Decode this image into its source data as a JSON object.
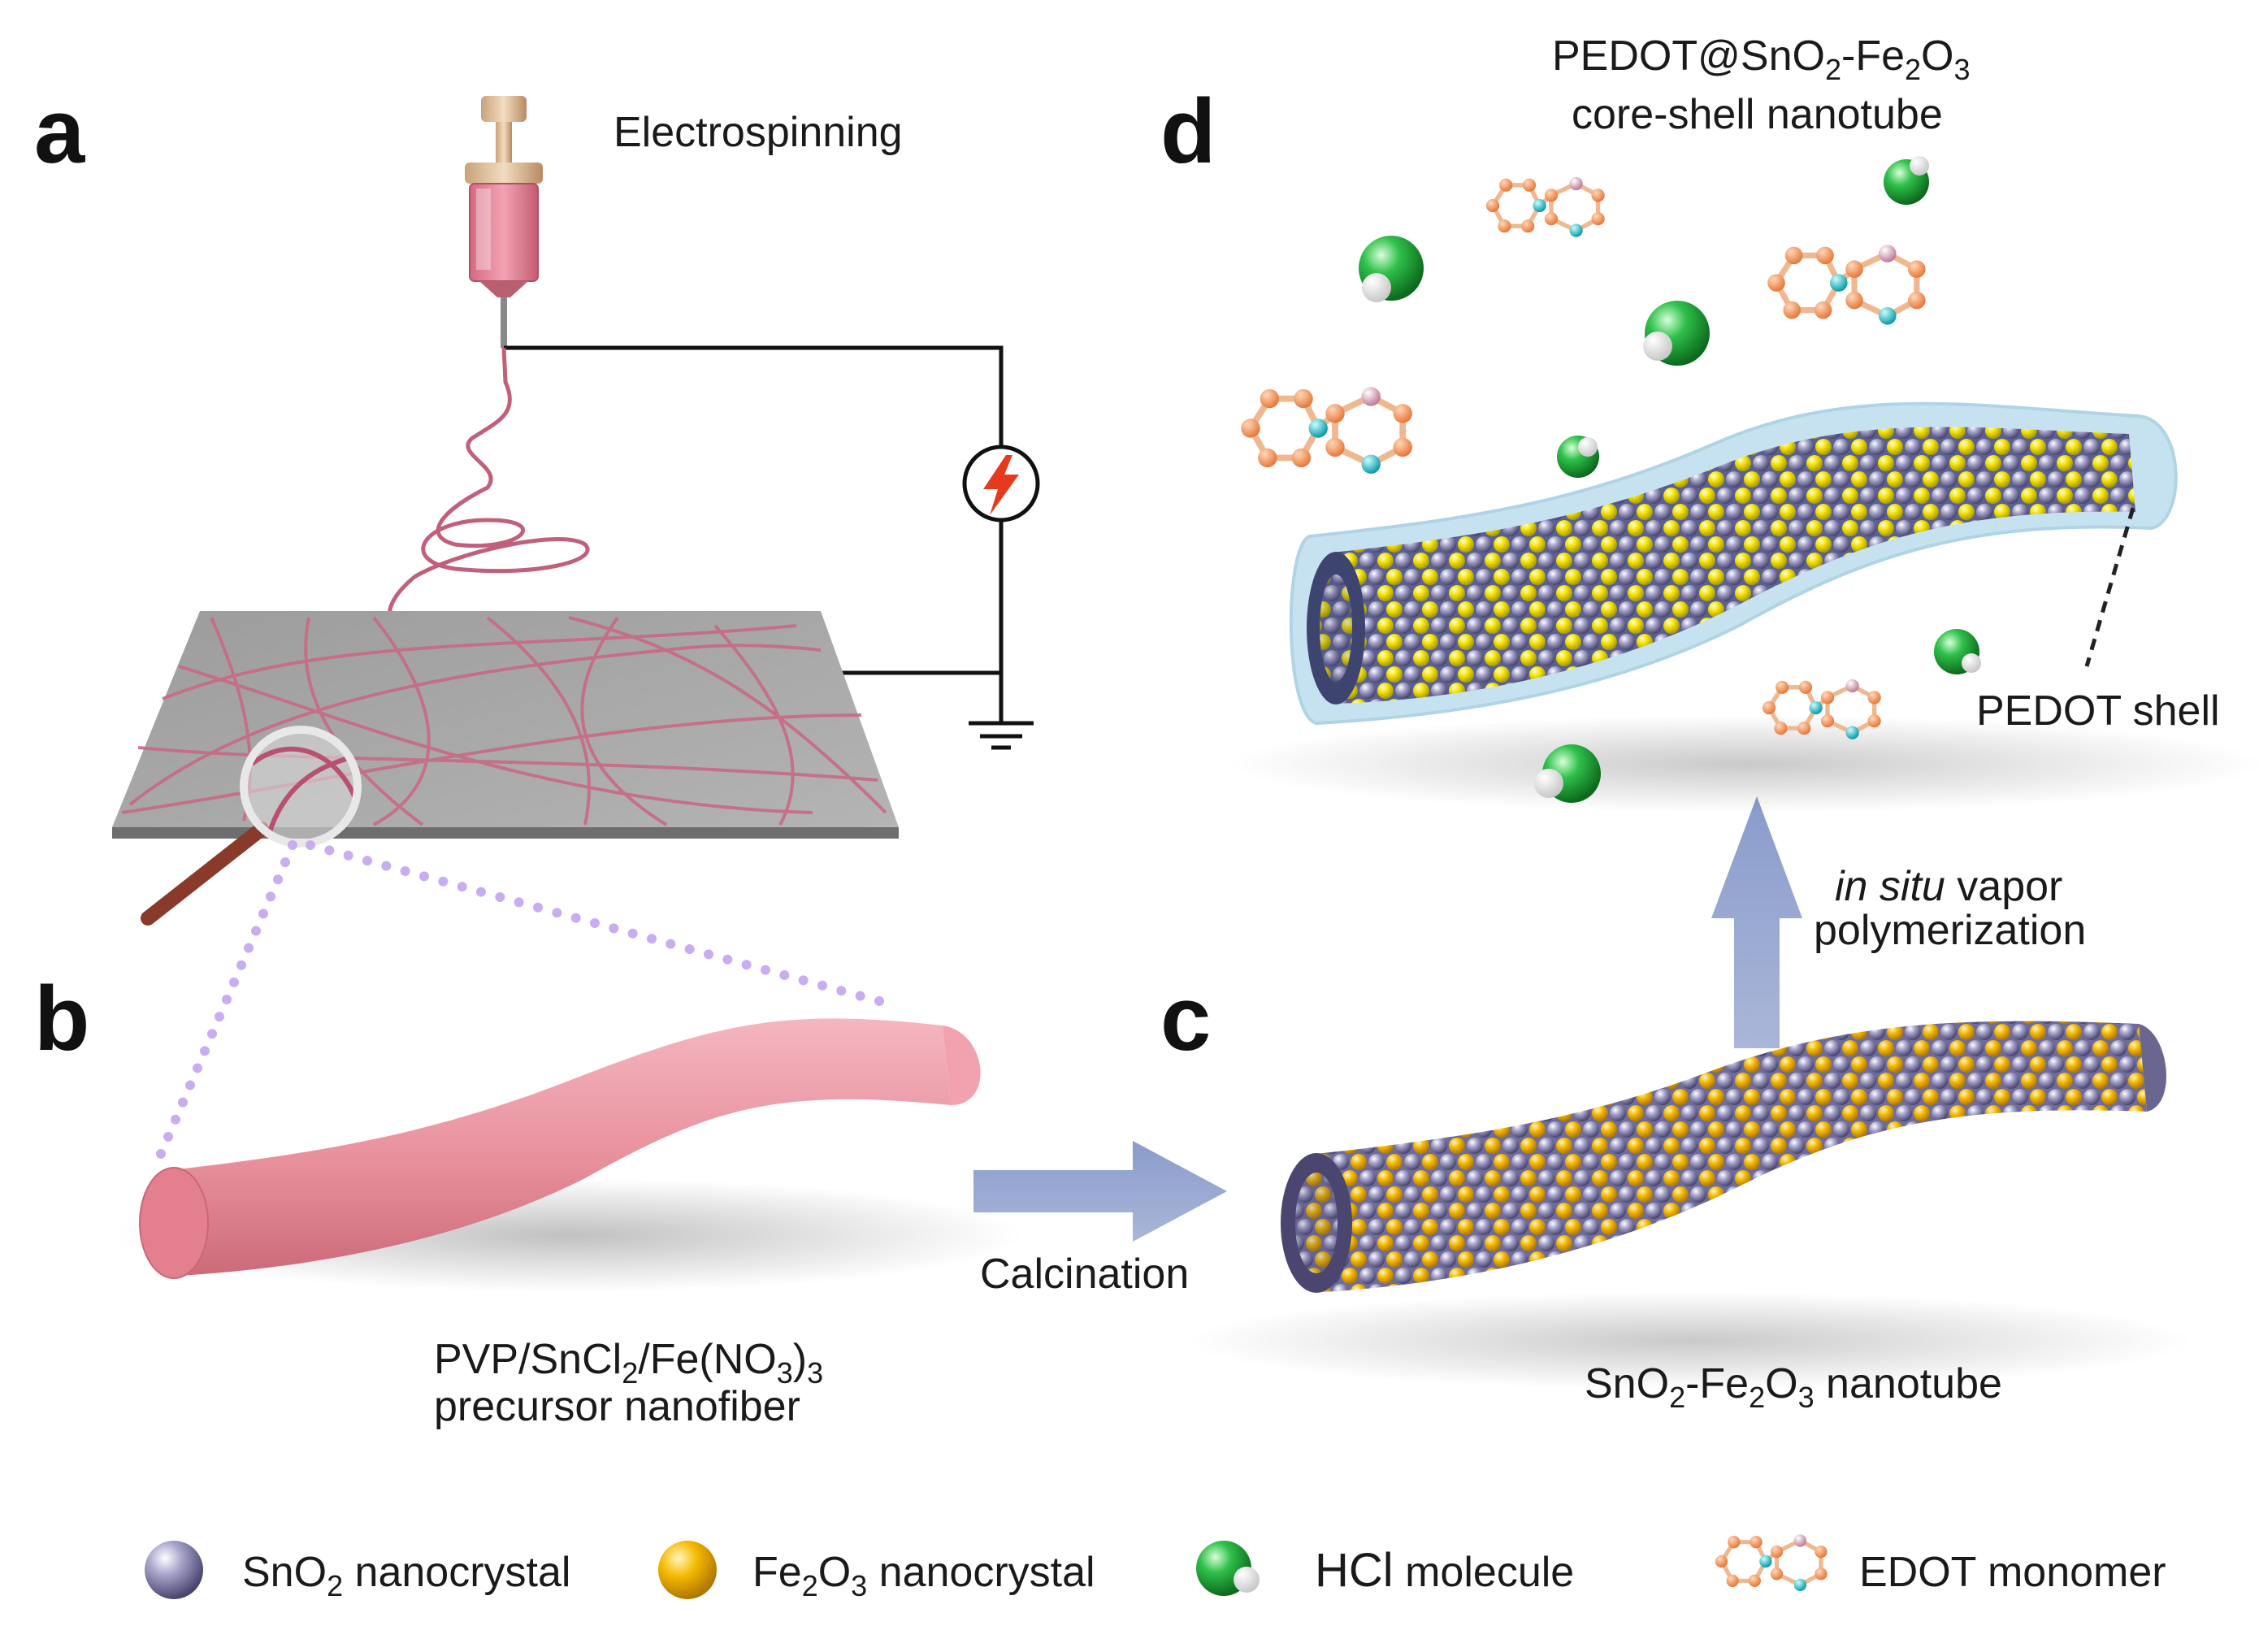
{
  "panels": {
    "a": "a",
    "b": "b",
    "c": "c",
    "d": "d"
  },
  "panel_a": {
    "process_label": "Electrospinning"
  },
  "panel_b": {
    "label_line1": "PVP/SnCl",
    "label_line1_sub": "2",
    "label_line1_tail": "/Fe(NO",
    "label_line1_sub2": "3",
    "label_line1_close": ")",
    "label_line1_sub3": "3",
    "label_line2": "precursor nanofiber"
  },
  "transition_bc": {
    "label": "Calcination"
  },
  "panel_c": {
    "label_a": "SnO",
    "label_sub1": "2",
    "label_b": "-Fe",
    "label_sub2": "2",
    "label_c": "O",
    "label_sub3": "3",
    "label_d": " nanotube"
  },
  "transition_cd": {
    "label_italic": "in situ",
    "label_rest": " vapor",
    "label_line2": "polymerization"
  },
  "panel_d": {
    "title_a": "PEDOT@SnO",
    "title_sub1": "2",
    "title_b": "-Fe",
    "title_sub2": "2",
    "title_c": "O",
    "title_sub3": "3",
    "title_line2": "core-shell nanotube",
    "shell_label": "PEDOT shell"
  },
  "legend": [
    {
      "icon": "sno2-sphere-icon",
      "label_a": "SnO",
      "label_sub": "2",
      "label_b": " nanocrystal"
    },
    {
      "icon": "fe2o3-sphere-icon",
      "label_a": "Fe",
      "label_sub": "2",
      "label_b": "O",
      "label_sub2": "3",
      "label_c": " nanocrystal"
    },
    {
      "icon": "hcl-molecule-icon",
      "label_a": "HCl",
      "label_b": " molecule"
    },
    {
      "icon": "edot-monomer-icon",
      "label_a": "EDOT monomer"
    }
  ],
  "colors": {
    "fiber_pink": "#e8909c",
    "sno2": "#8e8ab8",
    "fe2o3": "#f2b400",
    "hcl_green": "#2fb84a",
    "shell_blue": "#a8d4ea",
    "arrow_blue": "#8fa0c8",
    "voltage_red": "#e63a1e"
  }
}
